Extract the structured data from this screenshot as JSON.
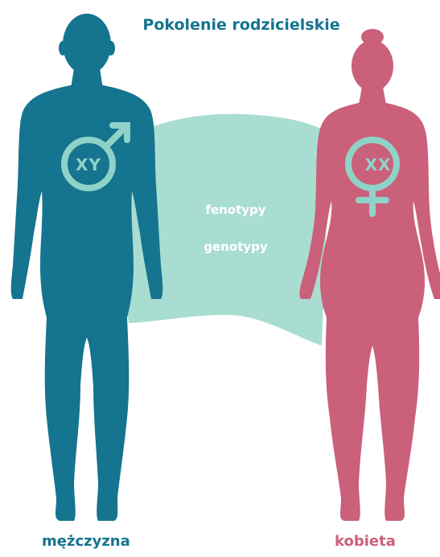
{
  "title": "Pokolenie rodzicielskie",
  "middle": {
    "phenotypes": "fenotypy",
    "genotypes": "genotypy"
  },
  "male": {
    "label": "mężczyzna",
    "chromosomes": "XY",
    "color": "#15748f"
  },
  "female": {
    "label": "kobieta",
    "chromosomes": "XX",
    "color": "#cb607b"
  },
  "bridge_color": "#a9ddd2",
  "symbol_color": "#8fd3c8"
}
